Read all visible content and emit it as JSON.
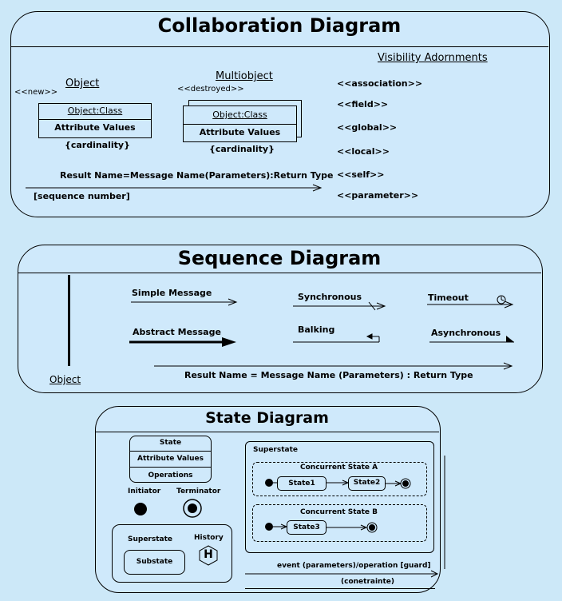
{
  "collaboration": {
    "title": "Collaboration Diagram",
    "visibility_title": "Visibility Adornments",
    "visibility_items": [
      "<<association>>",
      "<<field>>",
      "<<global>>",
      "<<local>>",
      "<<self>>",
      "<<parameter>>"
    ],
    "new_stereotype": "<<new>>",
    "object_label": "Object",
    "object_class": "Object:Class",
    "attribute_values": "Attribute Values",
    "cardinality": "{cardinality}",
    "multiobject_label": "Multiobject",
    "destroyed_stereotype": "<<destroyed>>",
    "message_signature": "Result Name=Message Name(Parameters):Return Type",
    "sequence_number": "[sequence number]"
  },
  "sequence": {
    "title": "Sequence Diagram",
    "object_label": "Object",
    "simple_message": "Simple Message",
    "abstract_message": "Abstract Message",
    "synchronous": "Synchronous",
    "balking": "Balking",
    "timeout": "Timeout",
    "asynchronous": "Asynchronous",
    "result_signature": "Result Name  =  Message  Name (Parameters)  :  Return Type"
  },
  "state": {
    "title": "State Diagram",
    "state_box": [
      "State",
      "Attribute Values",
      "Operations"
    ],
    "initiator": "Initiator",
    "terminator": "Terminator",
    "superstate_small": "Superstate",
    "history": "History",
    "history_symbol": "H",
    "substate": "Substate",
    "superstate_big": "Superstate",
    "concurrent_a": "Concurrent State A",
    "concurrent_b": "Concurrent State B",
    "state1": "State1",
    "state2": "State2",
    "state3": "State3",
    "event_label": "event (parameters)/operation [guard]",
    "constraint_label": "(conetrainte)"
  }
}
